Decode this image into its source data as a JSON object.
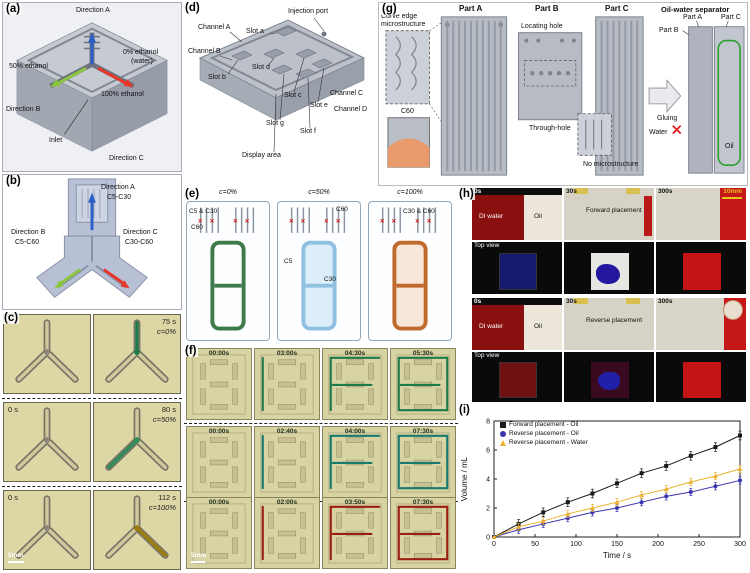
{
  "panel_a": {
    "tag": "(a)",
    "direction_a": "Direction A",
    "ethanol_50": "50% ethanol",
    "ethanol_0_line1": "0% ethanol",
    "ethanol_0_line2": "(water)",
    "ethanol_100": "100% ethanol",
    "direction_b": "Direction B",
    "inlet": "Inlet",
    "direction_c": "Direction C"
  },
  "panel_b": {
    "tag": "(b)",
    "direction_a": "Direction A",
    "direction_a_sub": "C5-C30",
    "direction_b": "Direction B",
    "direction_b_sub": "C5-C60",
    "direction_c": "Direction C",
    "direction_c_sub": "C30-C60"
  },
  "panel_c": {
    "tag": "(c)",
    "rows": [
      {
        "t0": "0 s",
        "t1": "75 s",
        "conc": "c=0%"
      },
      {
        "t0": "0 s",
        "t1": "80 s",
        "conc": "c=50%"
      },
      {
        "t0": "0 s",
        "t1": "112 s",
        "conc": "c=100%"
      }
    ],
    "scale": "5mm"
  },
  "panel_d": {
    "tag": "(d)",
    "injection_port": "Injection port",
    "channel_a": "Channel A",
    "channel_b": "Channel B",
    "channel_c": "Channel C",
    "channel_d": "Channel D",
    "slot_a": "Slot a",
    "slot_b": "Slot b",
    "slot_c": "Slot c",
    "slot_d": "Slot d",
    "slot_e": "Slot e",
    "slot_f": "Slot f",
    "slot_g": "Slot g",
    "display_area": "Display area"
  },
  "panel_e": {
    "tag": "(e)",
    "titles": [
      "c=0%",
      "c=50%",
      "c=100%"
    ],
    "b1_label1": "C5 & C30",
    "b1_label2": "C60",
    "b2_label1": "C60",
    "b2_label2": "C5",
    "b2_label3": "C30",
    "b3_label1": "C30 & C60"
  },
  "panel_f": {
    "tag": "(f)",
    "rows": [
      [
        "00:00s",
        "03:00s",
        "04:30s",
        "05:30s"
      ],
      [
        "00:00s",
        "02:40s",
        "04:00s",
        "07:30s"
      ],
      [
        "00:00s",
        "02:00s",
        "03:50s",
        "07:30s"
      ]
    ],
    "scale": "5mm"
  },
  "panel_g": {
    "tag": "(g)",
    "part_a": "Part A",
    "part_b": "Part B",
    "part_c": "Part C",
    "separator": "Oil-water separator",
    "curve_edge": "Curve edge microstructure",
    "locating_hole": "Locating hole",
    "c60": "C60",
    "through_hole": "Through-hole",
    "no_microstructure": "No microstructure",
    "gluing": "Gluing",
    "sep_part_a": "Part A",
    "sep_part_b": "Part B",
    "sep_part_c": "Part C",
    "water": "Water",
    "oil": "Oil"
  },
  "panel_h": {
    "tag": "(h)",
    "forward": {
      "times": [
        "0s",
        "30s",
        "300s"
      ],
      "di_water": "DI water",
      "oil": "Oil",
      "placement": "Forward placement",
      "top_view": "Top view",
      "scale": "10mm"
    },
    "reverse": {
      "times": [
        "0s",
        "30s",
        "300s"
      ],
      "di_water": "DI water",
      "oil": "Oil",
      "placement": "Reverse placement",
      "top_view": "Top view"
    }
  },
  "panel_i": {
    "tag": "(i)"
  },
  "chart_data": {
    "type": "line",
    "title": "",
    "xlabel": "Time / s",
    "ylabel": "Volume / mL",
    "xlim": [
      0,
      300
    ],
    "ylim": [
      0,
      8
    ],
    "xticks": [
      0,
      50,
      100,
      150,
      200,
      250,
      300
    ],
    "yticks": [
      0,
      2,
      4,
      6,
      8
    ],
    "legend_position": "top-left",
    "grid": false,
    "x": [
      0,
      30,
      60,
      90,
      120,
      150,
      180,
      210,
      240,
      270,
      300
    ],
    "series": [
      {
        "name": "Forward placement - Oil",
        "color": "#1a1a1a",
        "marker": "square",
        "values": [
          0,
          0.9,
          1.7,
          2.4,
          3.0,
          3.7,
          4.4,
          4.9,
          5.6,
          6.2,
          7.0
        ],
        "error": 0.3
      },
      {
        "name": "Reverse placement - Oil",
        "color": "#3b35b0",
        "marker": "circle",
        "values": [
          0,
          0.5,
          0.9,
          1.3,
          1.7,
          2.0,
          2.4,
          2.8,
          3.1,
          3.5,
          3.9
        ],
        "error": 0.25
      },
      {
        "name": "Reverse placement - Water",
        "color": "#eab22e",
        "marker": "triangle",
        "values": [
          0,
          0.7,
          1.1,
          1.6,
          2.0,
          2.4,
          2.9,
          3.3,
          3.8,
          4.2,
          4.7
        ],
        "error": 0.25
      }
    ]
  }
}
